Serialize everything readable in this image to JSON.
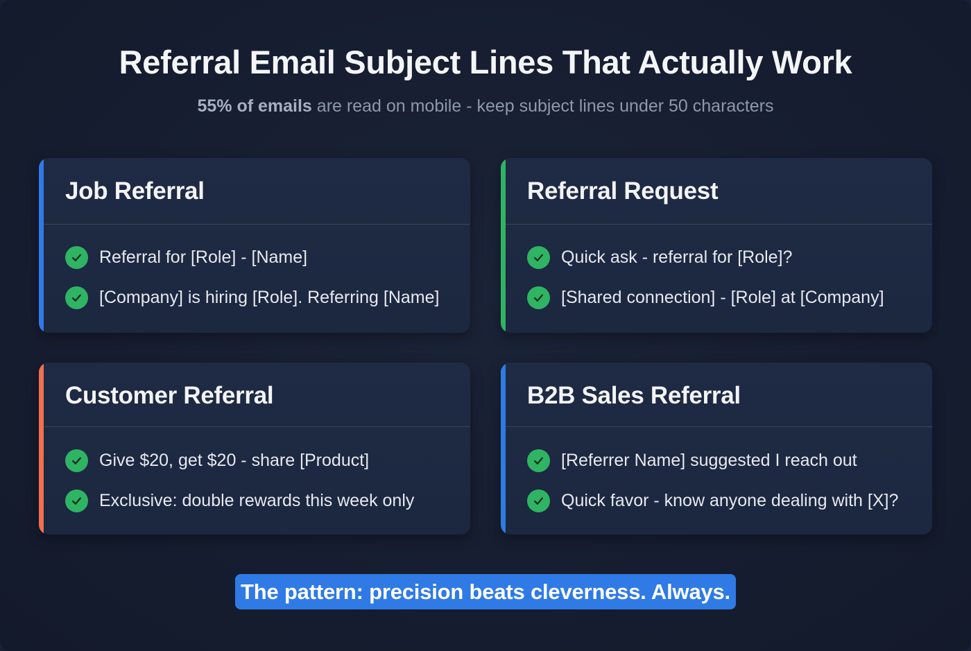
{
  "header": {
    "title": "Referral Email Subject Lines That Actually Work",
    "subtitle_bold": "55% of emails",
    "subtitle_rest": " are read on mobile - keep subject lines under 50 characters"
  },
  "colors": {
    "background": "#161d30",
    "card": "#1f2b44",
    "check": "#2fb463",
    "callout": "#2f7ae5"
  },
  "cards": [
    {
      "title": "Job Referral",
      "accent": "#2f7ae5",
      "items": [
        {
          "icon": "check-circle-icon",
          "text": "Referral for [Role] - [Name]"
        },
        {
          "icon": "check-circle-icon",
          "text": "[Company] is hiring [Role]. Referring [Name]"
        }
      ]
    },
    {
      "title": "Referral Request",
      "accent": "#2fb463",
      "items": [
        {
          "icon": "check-circle-icon",
          "text": "Quick ask - referral for [Role]?"
        },
        {
          "icon": "check-circle-icon",
          "text": "[Shared connection] - [Role] at [Company]"
        }
      ]
    },
    {
      "title": "Customer Referral",
      "accent": "#f0704f",
      "items": [
        {
          "icon": "check-circle-icon",
          "text": "Give $20, get $20 - share [Product]"
        },
        {
          "icon": "check-circle-icon",
          "text": "Exclusive: double rewards this week only"
        }
      ]
    },
    {
      "title": "B2B Sales Referral",
      "accent": "#2f7ae5",
      "items": [
        {
          "icon": "check-circle-icon",
          "text": "[Referrer Name] suggested I reach out"
        },
        {
          "icon": "check-circle-icon",
          "text": "Quick favor - know anyone dealing with [X]?"
        }
      ]
    }
  ],
  "callout": {
    "text": "The pattern: precision beats cleverness. Always."
  }
}
